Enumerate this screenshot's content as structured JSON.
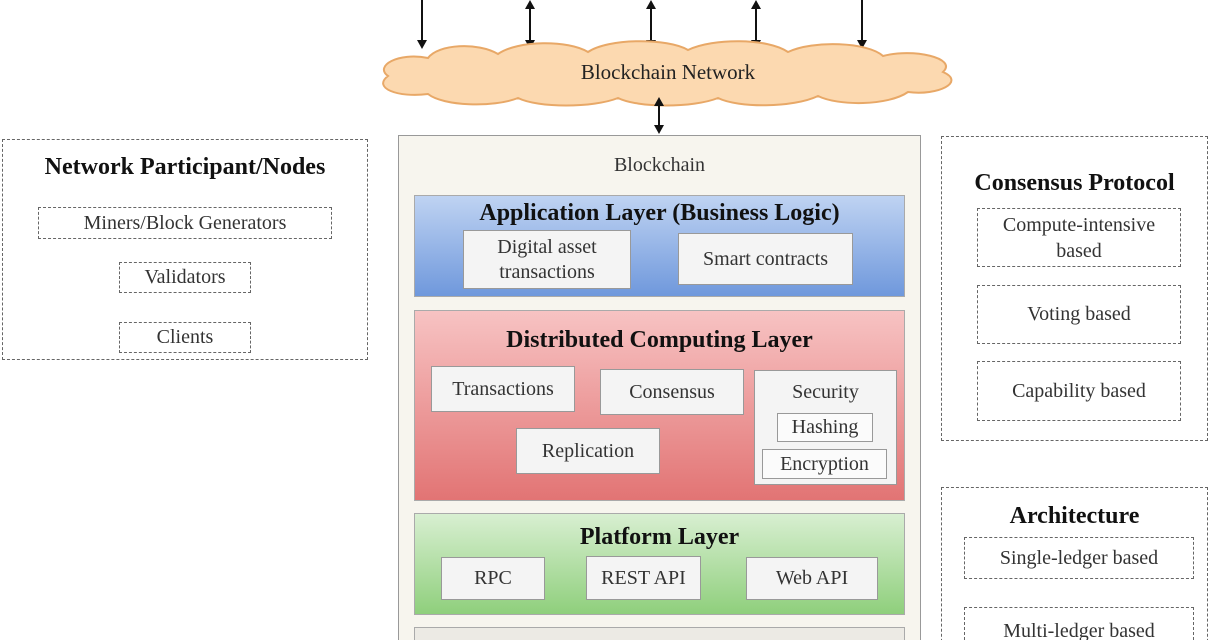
{
  "network": {
    "label": "Blockchain Network"
  },
  "participants": {
    "title": "Network Participant/Nodes",
    "items": [
      "Miners/Block Generators",
      "Validators",
      "Clients"
    ]
  },
  "blockchain": {
    "title": "Blockchain",
    "application_layer": {
      "title": "Application Layer (Business Logic)",
      "items": [
        "Digital asset transactions",
        "Smart contracts"
      ]
    },
    "distributed_layer": {
      "title": "Distributed Computing Layer",
      "items": [
        "Transactions",
        "Consensus",
        "Replication"
      ],
      "security": {
        "title": "Security",
        "items": [
          "Hashing",
          "Encryption"
        ]
      }
    },
    "platform_layer": {
      "title": "Platform Layer",
      "items": [
        "RPC",
        "REST API",
        "Web API"
      ]
    }
  },
  "consensus": {
    "title": "Consensus Protocol",
    "items": [
      "Compute-intensive based",
      "Voting based",
      "Capability based"
    ]
  },
  "architecture": {
    "title": "Architecture",
    "items": [
      "Single-ledger based",
      "Multi-ledger based"
    ]
  },
  "colors": {
    "application": "#8eb0e6",
    "distributed": "#ee9a9a",
    "platform": "#b1dea3",
    "cloud": "#fcd9b0"
  }
}
